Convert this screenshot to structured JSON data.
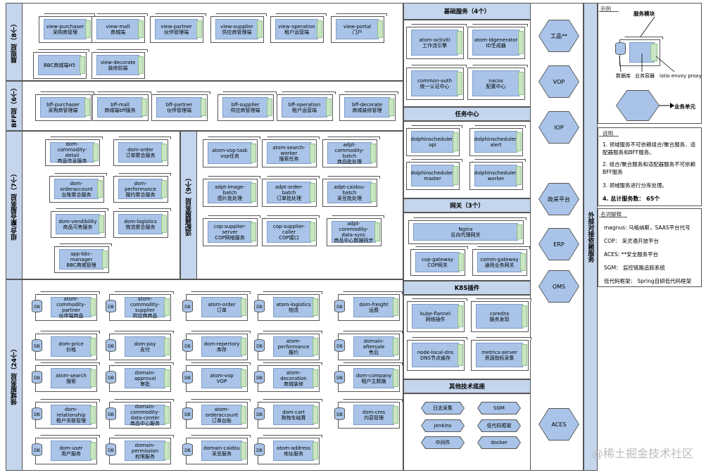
{
  "layers": {
    "presentation": "展现层（8个）",
    "bff": "BFF层（6个）",
    "composite": "组合/聚合服务层（7个）",
    "adapter": "适配器服务层（9个）",
    "domain": "领域服务层（24个）",
    "external": "外部对接依赖服务"
  },
  "presentation_services": [
    [
      "view-purchaser",
      "采购商管理"
    ],
    [
      "view-mall",
      "商城端"
    ],
    [
      "view-partner",
      "伙伴管理端"
    ],
    [
      "view-supplier",
      "供应商管理端"
    ],
    [
      "view-operation",
      "租户运营端"
    ],
    [
      "view-portal",
      "门户"
    ],
    [
      "BBC商城端H5"
    ],
    [
      "view-decorate",
      "装修前端"
    ]
  ],
  "bff_services": [
    [
      "bff-purchaser",
      "采购商管理端"
    ],
    [
      "bff-mall",
      "商城端bff服务"
    ],
    [
      "bff-partner",
      "伙伴管理端"
    ],
    [
      "bff-supplier",
      "供应商管理端"
    ],
    [
      "bff-operation",
      "租户运营端"
    ],
    [
      "bff-decorate",
      "商城装修管理"
    ]
  ],
  "composite_services": [
    [
      "dom-commodity-detail",
      "商品信息服务"
    ],
    [
      "dom-order",
      "订单聚合服务"
    ],
    [
      "dom-orderaccount",
      "台账聚合服务"
    ],
    [
      "dom-performance",
      "履约聚合服务"
    ],
    [
      "dom-vendibility",
      "商品可售服务"
    ],
    [
      "dom-logistics",
      "物流聚合服务"
    ],
    [
      "app-bbc-manager",
      "BBC商城管理"
    ]
  ],
  "adapter_services": [
    [
      "atom-vop-task",
      "vop任务"
    ],
    [
      "atom-search-worker",
      "搜索任务"
    ],
    [
      "adpt-commodity-batch",
      "商品批处理"
    ],
    [
      "adpt-image-batch",
      "图片批处理"
    ],
    [
      "adpt-order-batch",
      "订单批处理"
    ],
    [
      "adpt-caidou-batch",
      "采豆批处理"
    ],
    [
      "cop-supplier-server",
      "COP网络服务"
    ],
    [
      "cop-supplier-caller",
      "COP接口"
    ],
    [
      "adpt-commodity-data-sync",
      "商品中心数据同步"
    ]
  ],
  "domain_services": [
    [
      "atom-commodity-partner",
      "伙伴端商品"
    ],
    [
      "atom-commodity-supplier",
      "供应商商品"
    ],
    [
      "atom-order",
      "订单"
    ],
    [
      "atom-logistics",
      "物流"
    ],
    [
      "dom-freight",
      "运费"
    ],
    [
      "dom-price",
      "价格"
    ],
    [
      "dom-pay",
      "支付"
    ],
    [
      "dom-repertory",
      "库存"
    ],
    [
      "atom-performance",
      "履约"
    ],
    [
      "domain-aftersale",
      "售后"
    ],
    [
      "atom-search",
      "搜索"
    ],
    [
      "domain-approval",
      "审批"
    ],
    [
      "atom-vop",
      "VOP"
    ],
    [
      "atom-decoration",
      "商城装修"
    ],
    [
      "dom-company",
      "租户主数据"
    ],
    [
      "dom-relationship",
      "租户关联管理"
    ],
    [
      "domain-commodity-data-center",
      "商品中心服务"
    ],
    [
      "atom-orderaccount",
      "订单台账"
    ],
    [
      "dom-cart",
      "购物车结算"
    ],
    [
      "dom-cms",
      "内容管理"
    ],
    [
      "dom-user",
      "用户服务"
    ],
    [
      "domain-permission",
      "权限服务"
    ],
    [
      "domain-caidou",
      "采豆服务"
    ],
    [
      "atom-address",
      "地址服务"
    ]
  ],
  "db_label": "DB",
  "base_services": {
    "title": "基础服务（4个）",
    "items": [
      [
        "atom-activiti",
        "工作流引擎"
      ],
      [
        "atom-idgenerator",
        "ID生成器"
      ],
      [
        "common-auth",
        "统一认证中心"
      ],
      [
        "nacos",
        "配置中心"
      ]
    ]
  },
  "task_center": {
    "title": "任务中心",
    "items": [
      [
        "dolphinscheduler-api"
      ],
      [
        "dolphinscheduler-alert"
      ],
      [
        "dolphinscheduler-master"
      ],
      [
        "dolphinscheduler-worker"
      ]
    ]
  },
  "gateway": {
    "title": "网关（3个）",
    "items": [
      [
        "Nginx",
        "反向代理网关"
      ],
      [
        "cop-gateway",
        "COP网关"
      ],
      [
        "comm-gateway",
        "通用业务网关"
      ]
    ]
  },
  "k8s": {
    "title": "K8S插件",
    "items": [
      [
        "kube-flannel",
        "网络插件"
      ],
      [
        "coredns",
        "服务发现"
      ],
      [
        "node-local-dns",
        "DNS节点缓存"
      ],
      [
        "metrics-server",
        "资源指标采集"
      ]
    ]
  },
  "other_tech": {
    "title": "其他技术底座",
    "items": [
      "日志采集",
      "SGM",
      "Jenkins",
      "低代码框架",
      "中间件",
      "docker"
    ]
  },
  "external_systems": [
    "工品**",
    "VOP",
    "IOP",
    "政采平台",
    "ERP",
    "OMS",
    "ACES"
  ],
  "legend": {
    "example_title": "示例",
    "service_module": "服务模块",
    "database": "数据库",
    "service_container": "业务容器",
    "istio_proxy": "istio envoy proxy",
    "business_unit": "业务单元",
    "notes_title": "说明",
    "notes": [
      "1. 领域服务不可依赖组合/聚合服务、适配器服务和BFF服务。",
      "2. 组合/聚合服务和适配器服务不可依赖BFF服务",
      "3. 领域服务进行分库处理。",
      "4. 总计服务数： 65个"
    ],
    "glossary_title": "名词解释",
    "glossary": [
      "magnus: 马格纳斯，SAAS平台代号",
      "COP： 采灵通开放平台",
      "ACES: **安全服务平台",
      "SGM： 监控链路追踪系统",
      "低代码框架： Spring自研低代码框架"
    ]
  },
  "watermark": "@稀土掘金技术社区"
}
